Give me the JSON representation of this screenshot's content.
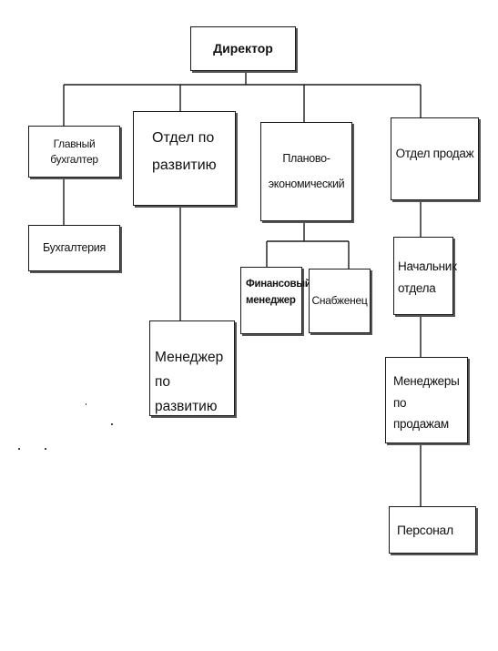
{
  "chart": {
    "nodes": {
      "director": "Директор",
      "chief_accountant": "Главный бухгалтер",
      "accounting": "Бухгалтерия",
      "development_dept": "Отдел по развитию",
      "development_manager": "Менеджер по развитию",
      "planning_dept": "Планово-экономический",
      "financial_manager": "Финансовый менеджер",
      "supplier": "Снабженец",
      "sales_dept": "Отдел продаж",
      "dept_head": "Начальник отдела",
      "sales_managers": "Менеджеры по продажам",
      "personnel": "Персонал"
    }
  }
}
